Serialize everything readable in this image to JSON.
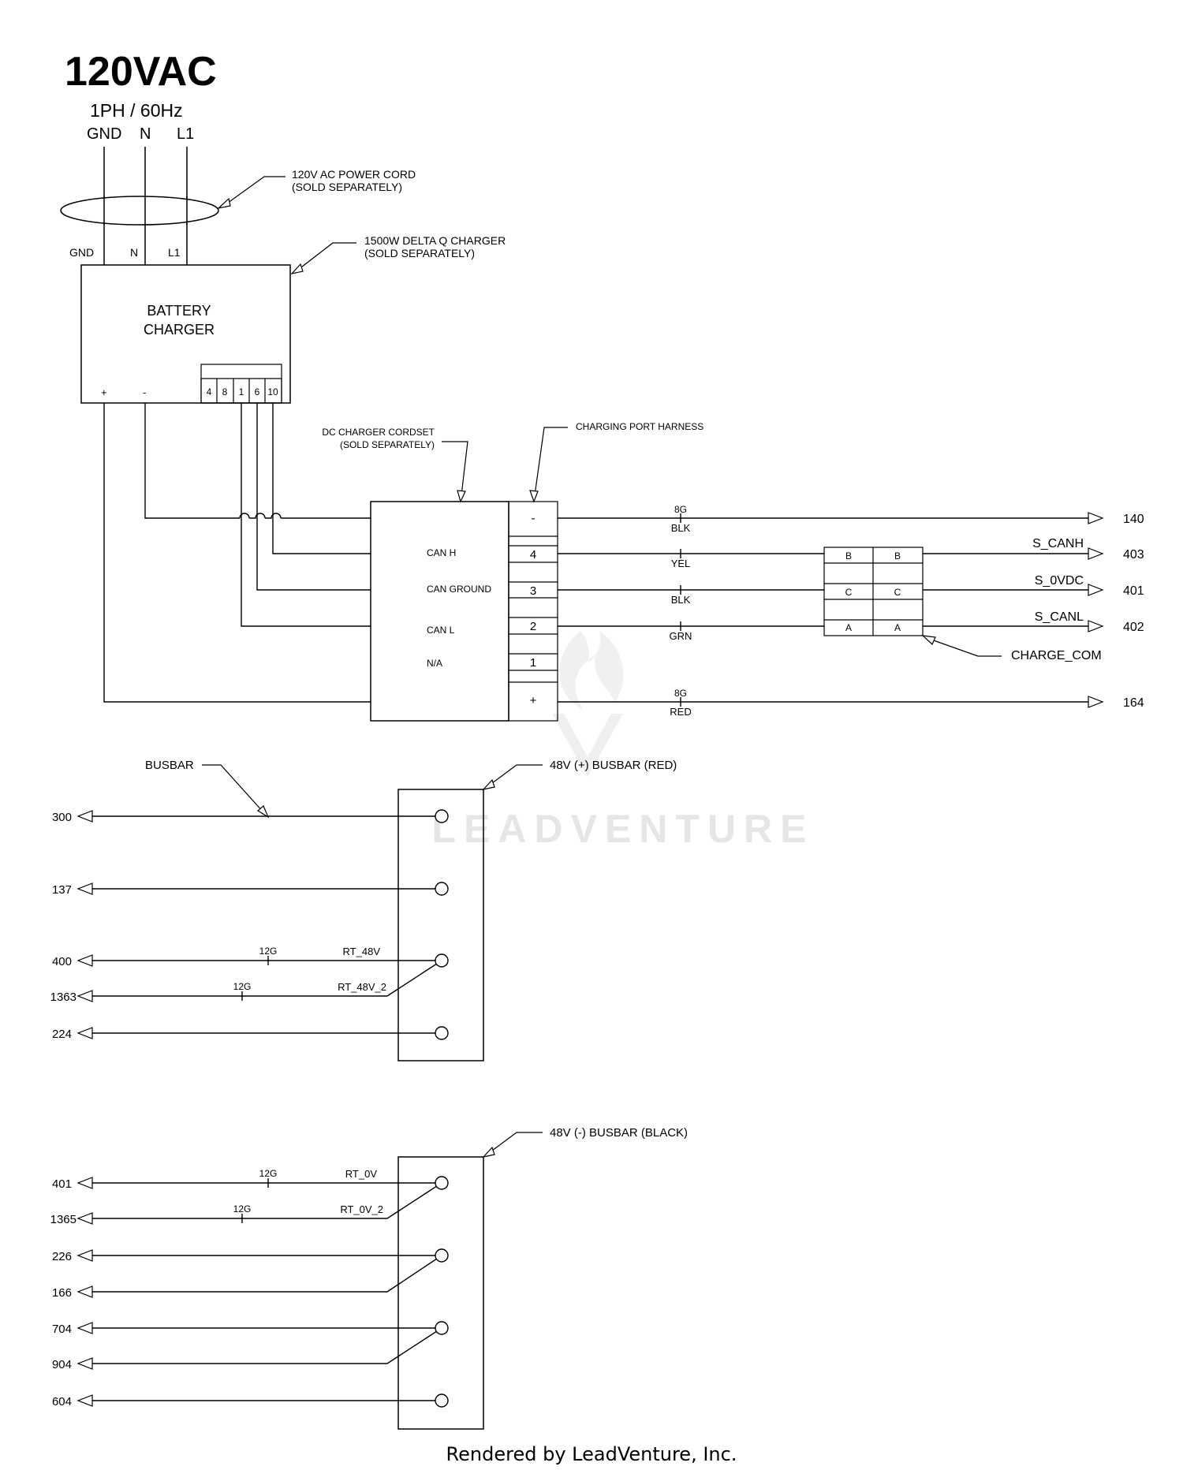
{
  "power": {
    "title": "120VAC",
    "subtitle": "1PH / 60Hz",
    "phases": [
      "GND",
      "N",
      "L1"
    ]
  },
  "cord": {
    "line1": "120V AC POWER CORD",
    "line2": "(SOLD SEPARATELY)"
  },
  "charger_note": {
    "line1": "1500W DELTA Q CHARGER",
    "line2": "(SOLD SEPARATELY)"
  },
  "charger": {
    "line1": "BATTERY",
    "line2": "CHARGER",
    "inputs": [
      "GND",
      "N",
      "L1"
    ],
    "plus": "+",
    "minus": "-",
    "pins": [
      "4",
      "8",
      "1",
      "6",
      "10"
    ]
  },
  "cordset_note": {
    "line1": "DC CHARGER CORDSET",
    "line2": "(SOLD SEPARATELY)"
  },
  "harness_note": "CHARGING PORT HARNESS",
  "port": {
    "labels": [
      "CAN H",
      "CAN GROUND",
      "CAN L",
      "N/A"
    ],
    "pins": [
      "-",
      "4",
      "3",
      "2",
      "1",
      "+"
    ]
  },
  "wires": {
    "gauge_8g": "8G",
    "colors": [
      "BLK",
      "YEL",
      "BLK",
      "GRN",
      "RED"
    ]
  },
  "connector": {
    "pins": [
      "B",
      "C",
      "A"
    ],
    "name": "CHARGE_COM"
  },
  "signals": [
    "S_CANH",
    "S_0VDC",
    "S_CANL"
  ],
  "outputs": [
    "140",
    "403",
    "401",
    "402",
    "164"
  ],
  "busbar_label": "BUSBAR",
  "pos_busbar": {
    "title": "48V (+) BUSBAR (RED)",
    "circuits": [
      "300",
      "137",
      "400",
      "1363",
      "224"
    ],
    "gauge": "12G",
    "wire_names": [
      "RT_48V",
      "RT_48V_2"
    ]
  },
  "neg_busbar": {
    "title": "48V (-) BUSBAR (BLACK)",
    "circuits": [
      "401",
      "1365",
      "226",
      "166",
      "704",
      "904",
      "604"
    ],
    "gauge": "12G",
    "wire_names": [
      "RT_0V",
      "RT_0V_2"
    ]
  },
  "watermark": "LEADVENTURE",
  "footer": "Rendered by LeadVenture, Inc."
}
